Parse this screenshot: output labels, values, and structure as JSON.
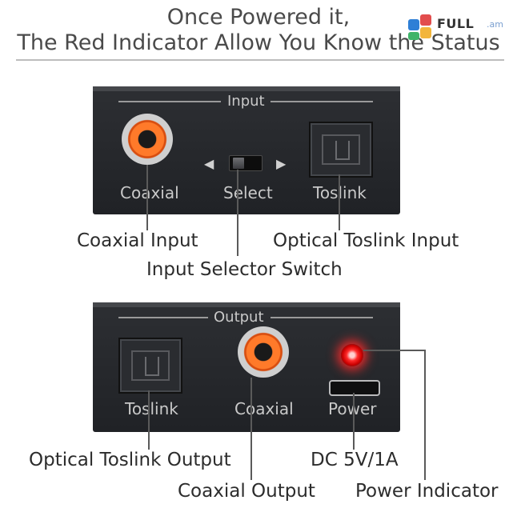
{
  "heading": {
    "line1": "Once Powered it,",
    "line2": "The Red Indicator Allow You Know the Status"
  },
  "watermark": {
    "brand": "FULL",
    "suffix": ".am"
  },
  "input_panel": {
    "title": "Input",
    "coaxial_label": "Coaxial",
    "select_label": "Select",
    "toslink_label": "Toslink",
    "arrow_left": "◀",
    "arrow_right": "▶"
  },
  "output_panel": {
    "title": "Output",
    "toslink_label": "Toslink",
    "coaxial_label": "Coaxial",
    "power_label": "Power",
    "led_color": "#ff2b2b"
  },
  "callouts": {
    "coaxial_input": "Coaxial Input",
    "optical_toslink_input": "Optical Toslink Input",
    "input_selector_switch": "Input Selector Switch",
    "optical_toslink_output": "Optical Toslink Output",
    "dc": "DC 5V/1A",
    "coaxial_output": "Coaxial Output",
    "power_indicator": "Power Indicator"
  }
}
